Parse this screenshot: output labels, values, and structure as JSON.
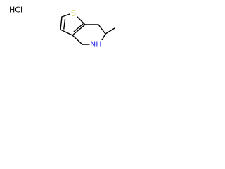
{
  "molecule": {
    "salt_label": "HCl",
    "atoms": {
      "sulfur": "S",
      "amine": "NH"
    },
    "colors": {
      "bond": "#000000",
      "sulfur": "#b8b800",
      "nitrogen": "#2f2fe6",
      "salt": "#000000"
    }
  }
}
